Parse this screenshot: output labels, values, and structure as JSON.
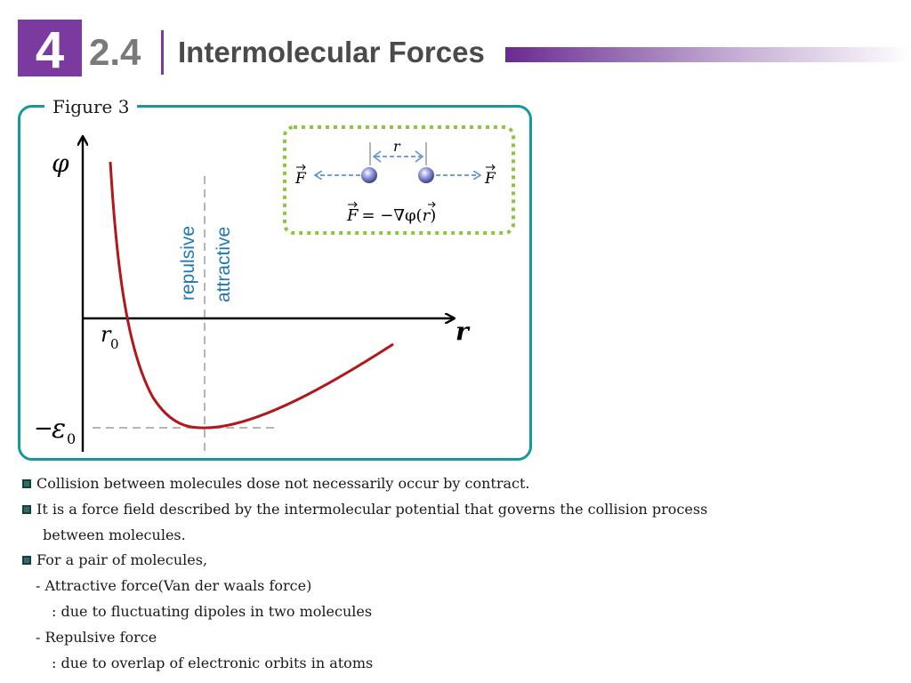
{
  "header": {
    "chapter": "4",
    "section": "2.4",
    "title": "Intermolecular Forces"
  },
  "figure": {
    "label": "Figure 3",
    "axis_y_label": "φ",
    "axis_x_label": "r",
    "r0_label": "r",
    "r0_sub": "0",
    "epsilon_minus": "−",
    "epsilon_symbol": "ε",
    "epsilon_sub": "0",
    "region_left": "repulsive",
    "region_right": "attractive",
    "inset": {
      "r_label": "r",
      "force_left": "F",
      "force_right": "F",
      "equation_lhs": "F",
      "equation_rhs": "= −∇φ(",
      "equation_arg": "r",
      "equation_close": ")"
    },
    "colors": {
      "frame": "#14999e",
      "curve": "#b3161b",
      "inset_border": "#8cc63f",
      "inset_arrows": "#5b95d1",
      "region_text": "#1f78b4",
      "dashed_guides": "#b5b5b5"
    }
  },
  "bullets": {
    "b1": "Collision between molecules dose not necessarily occur by contract.",
    "b2_line1": "It is a force field described by the intermolecular potential that governs the collision process",
    "b2_line2": "between molecules.",
    "b3": "For a pair of molecules,",
    "sub1": "- Attractive force(Van der waals force)",
    "sub1_detail": ": due to fluctuating dipoles in two molecules",
    "sub2": "- Repulsive force",
    "sub2_detail": ": due to overlap of electronic orbits in atoms"
  }
}
